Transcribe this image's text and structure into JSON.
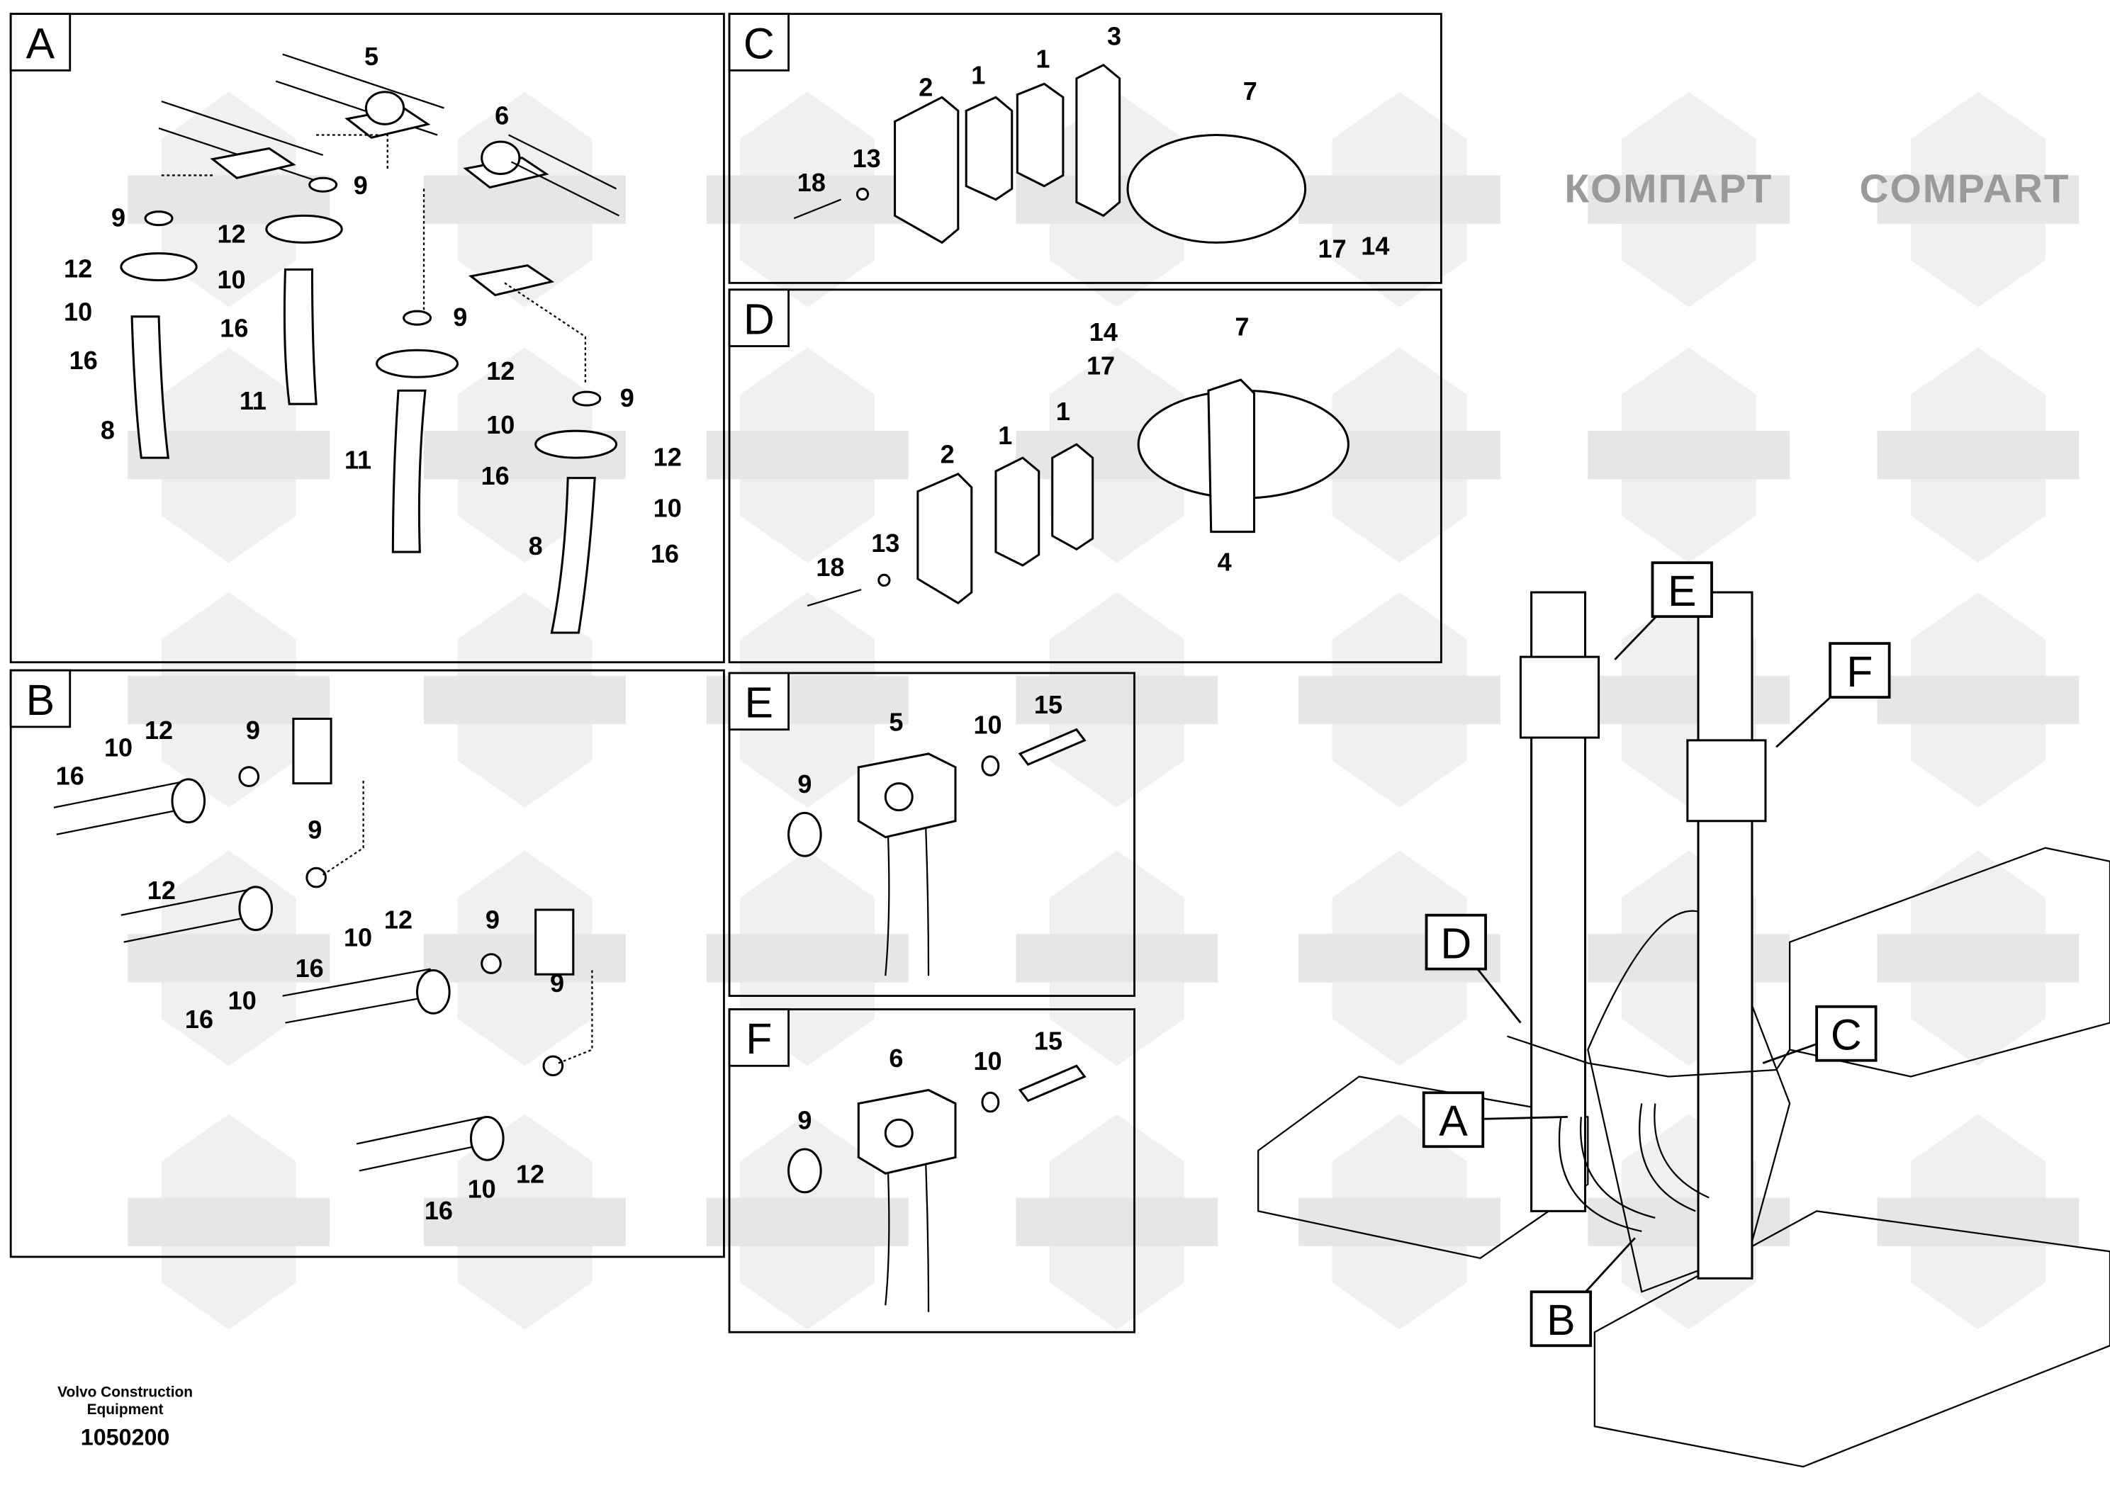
{
  "watermark": {
    "texts": [
      "КОМПАРТ",
      "COMPART"
    ]
  },
  "panels": {
    "A": {
      "letter": "A",
      "callouts": [
        "5",
        "9",
        "6",
        "9",
        "12",
        "12",
        "10",
        "10",
        "16",
        "16",
        "11",
        "8",
        "9",
        "12",
        "9",
        "10",
        "11",
        "16",
        "12",
        "10",
        "8",
        "16"
      ]
    },
    "C": {
      "letter": "C",
      "callouts": [
        "2",
        "1",
        "1",
        "3",
        "7",
        "13",
        "18",
        "17",
        "14"
      ]
    },
    "D": {
      "letter": "D",
      "callouts": [
        "7",
        "14",
        "17",
        "1",
        "1",
        "2",
        "13",
        "18",
        "4"
      ]
    },
    "B": {
      "letter": "B",
      "callouts": [
        "16",
        "10",
        "12",
        "9",
        "9",
        "12",
        "10",
        "12",
        "9",
        "16",
        "10",
        "16",
        "9",
        "10",
        "12",
        "16"
      ]
    },
    "E": {
      "letter": "E",
      "callouts": [
        "5",
        "10",
        "15",
        "9"
      ]
    },
    "F": {
      "letter": "F",
      "callouts": [
        "6",
        "10",
        "15",
        "9"
      ]
    }
  },
  "overview": {
    "markers": [
      "E",
      "F",
      "D",
      "C",
      "A",
      "B"
    ]
  },
  "footer": {
    "company_line1": "Volvo Construction",
    "company_line2": "Equipment",
    "drawing_number": "1050200"
  }
}
